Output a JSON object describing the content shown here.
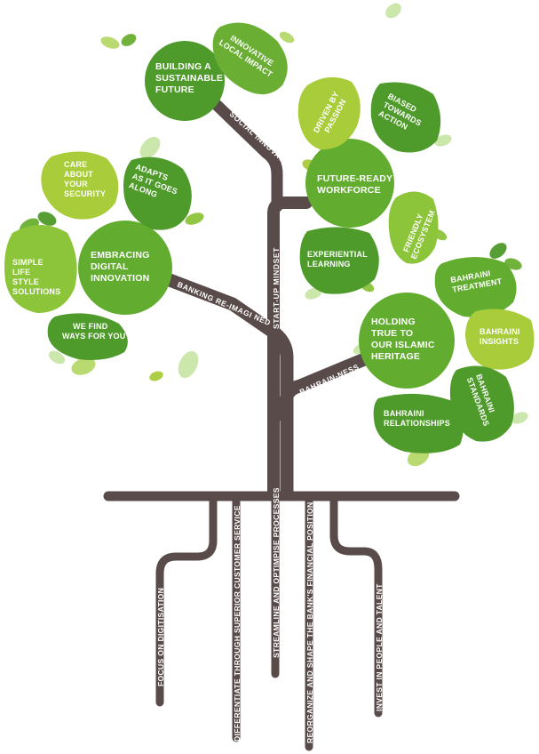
{
  "colors": {
    "trunk": "#5a4b4b",
    "green_dark": "#4e9a2a",
    "green_mid": "#62ad30",
    "green_light": "#8cc43a",
    "green_lime": "#a9cc3a",
    "leaf_pale": "#c9e6a8"
  },
  "hubs": {
    "sustainable": [
      "BUILDING A",
      "SUSTAINABLE",
      "FUTURE"
    ],
    "digital": [
      "EMBRACING",
      "DIGITAL",
      "INNOVATION"
    ],
    "workforce": [
      "FUTURE-READY",
      "WORKFORCE"
    ],
    "heritage": [
      "HOLDING",
      "TRUE TO",
      "OUR ISLAMIC",
      "HERITAGE"
    ]
  },
  "leaves": {
    "local_impact": [
      "INNOVATIVE",
      "LOCAL IMPACT"
    ],
    "security": [
      "CARE",
      "ABOUT",
      "YOUR",
      "SECURITY"
    ],
    "adapts": [
      "ADAPTS",
      "AS IT GOES",
      "ALONG"
    ],
    "simple_life": [
      "SIMPLE",
      "LIFE",
      "STYLE",
      "SOLUTIONS"
    ],
    "find_ways": [
      "WE FIND",
      "WAYS FOR YOU"
    ],
    "driven": [
      "DRIVEN BY",
      "PASSION"
    ],
    "biased": [
      "BIASED",
      "TOWARDS",
      "ACTION"
    ],
    "experiential": [
      "EXPERIENTIAL",
      "LEARNING"
    ],
    "friendly": [
      "FRIENDLY",
      "ECOSYSTEM"
    ],
    "treatment": [
      "BAHRAINI",
      "TREATMENT"
    ],
    "insights": [
      "BAHRAINI",
      "INSIGHTS"
    ],
    "standards": [
      "BAHRAINI",
      "STANDARDS"
    ],
    "relationships": [
      "BAHRAINI",
      "RELATIONSHIPS"
    ]
  },
  "branches": {
    "social": "SOCIAL INNOVATIONS",
    "startup": "START-UP MINDSET",
    "banking": "BANKING RE-IMAGI NED",
    "bahraineness": "BAHRAIN-NESS"
  },
  "roots": {
    "digitisation": "FOCUS ON DIGITISATION",
    "customer_service": "DIFFERENTIATE THROUGH SUPERIOR CUSTOMER SERVICE",
    "processes": "STREAMLINE AND OPTIMPISE PROCESSES",
    "financial": "REORGANIZE AND SHAPE THE BANK'S FINANCIAL POSITION",
    "people": "INVEST IN PEOPLE AND TALENT"
  }
}
